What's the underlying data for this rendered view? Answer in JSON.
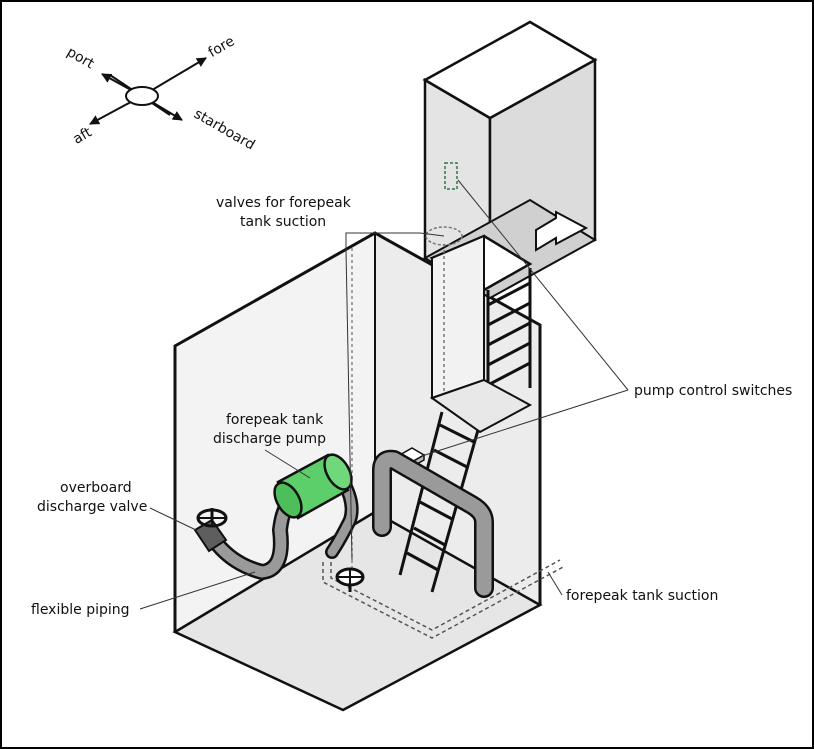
{
  "compass": {
    "port": "port",
    "fore": "fore",
    "aft": "aft",
    "starboard": "starboard"
  },
  "labels": {
    "valves_line1": "valves for forepeak",
    "valves_line2": "tank suction",
    "pump_control_switches": "pump control switches",
    "pump_line1": "forepeak tank",
    "pump_line2": "discharge pump",
    "overboard_line1": "overboard",
    "overboard_line2": "discharge valve",
    "flexible_piping": "flexible piping",
    "forepeak_tank_suction": "forepeak tank suction"
  },
  "colors": {
    "pump": "#5dcf6a",
    "pipe": "#9a9a9a",
    "valve_body": "#5e5e5e",
    "floor": "#e6e6e6",
    "walls": "#efefef",
    "hatch_box": "#e2e2e2"
  }
}
